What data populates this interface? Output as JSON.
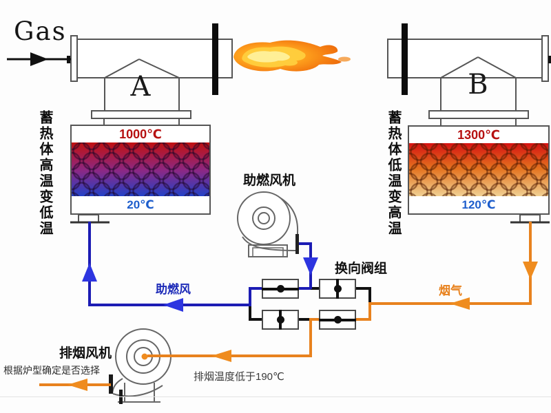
{
  "labels": {
    "gas": "Gas",
    "burner_a": "A",
    "burner_b": "B",
    "combustion_fan": "助燃风机",
    "exhaust_fan": "排烟风机",
    "valve_group": "换向阀组"
  },
  "flows": {
    "combustion_air": "助燃风",
    "flue_gas": "烟气"
  },
  "regenerator_a": {
    "side_text": "蓄热体高温变低温",
    "top_temp": "1000℃",
    "bottom_temp": "20℃"
  },
  "regenerator_b": {
    "side_text": "蓄热体低温变高温",
    "top_temp": "1300℃",
    "bottom_temp": "120℃"
  },
  "notes": {
    "exhaust_fan_optional": "根据炉型确定是否选择",
    "exhaust_temp_limit": "排烟温度低于190℃"
  },
  "colors": {
    "combustion_air_line": "#1c1cb4",
    "combustion_air_arrow": "#2d35e0",
    "flue_gas_line": "#e8821e",
    "hot_temp_text": "#b61111",
    "cold_temp_text": "#1e5ecc"
  }
}
